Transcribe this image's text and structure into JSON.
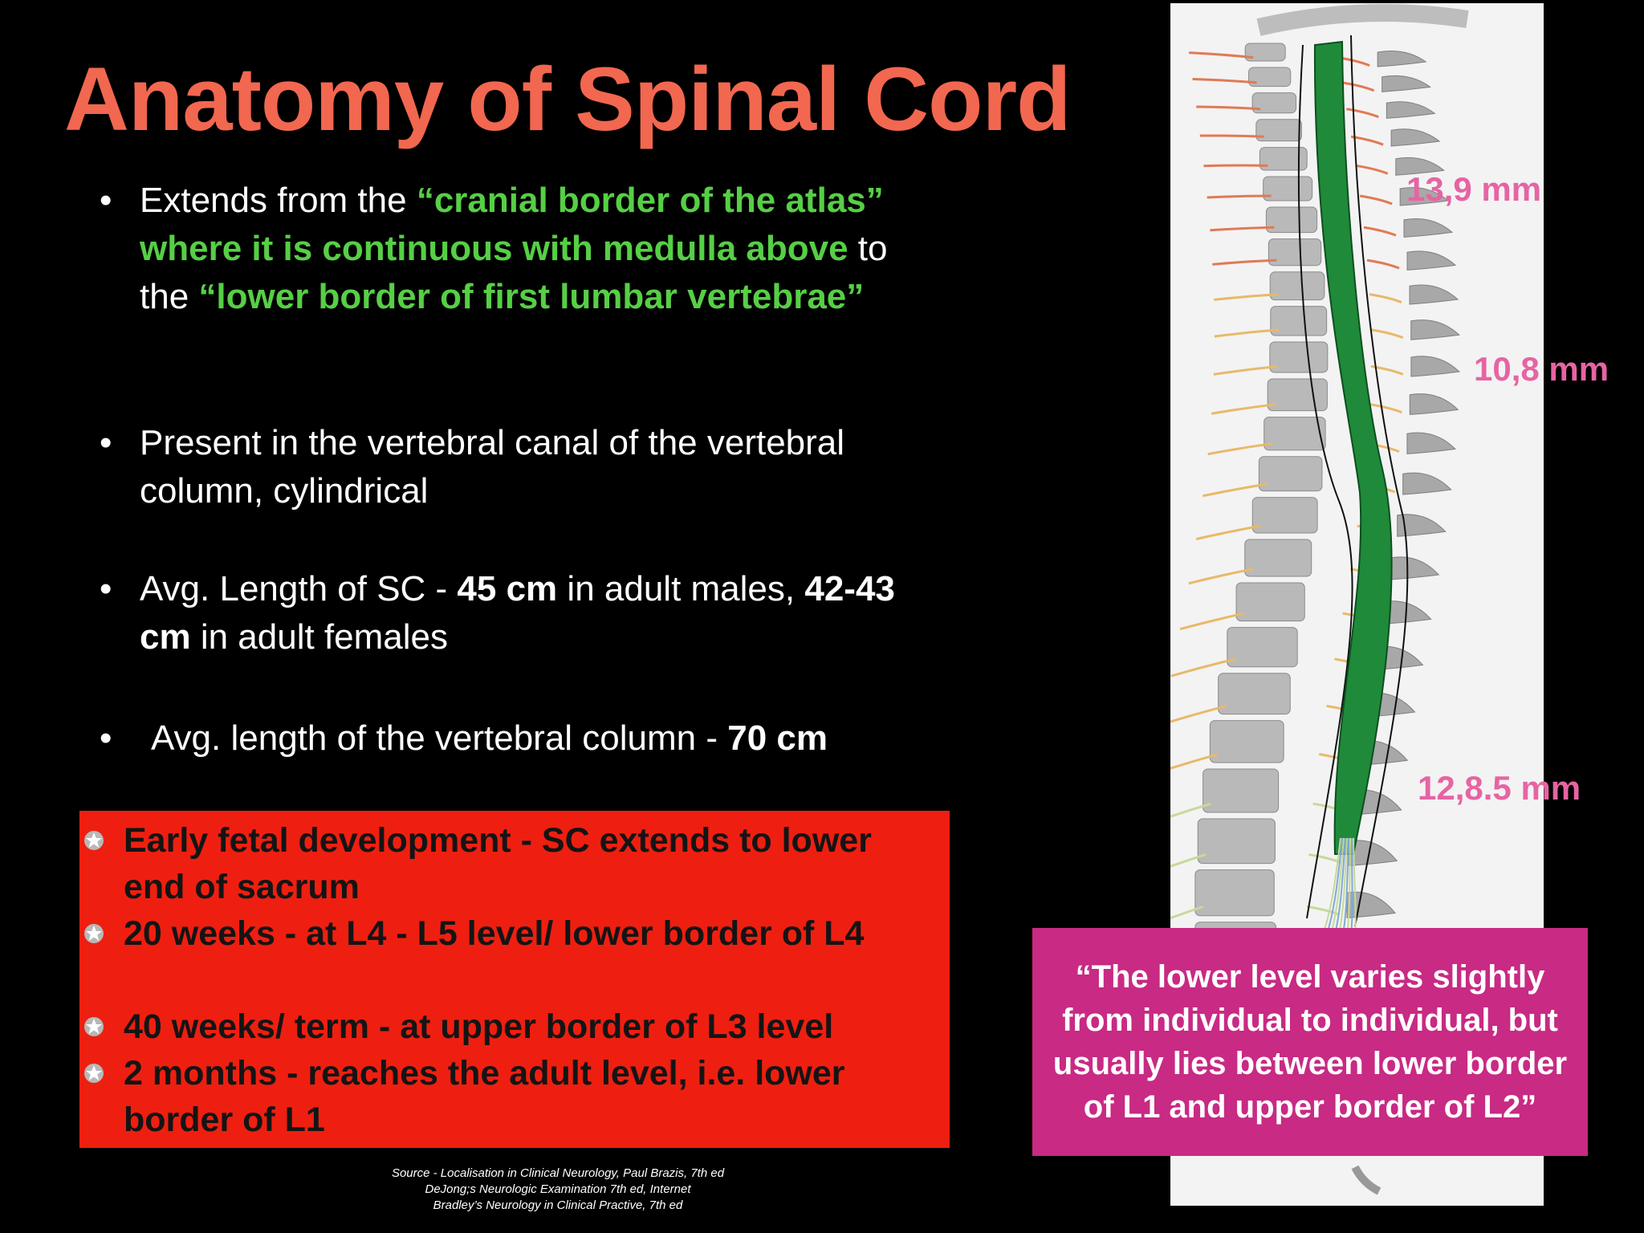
{
  "title": "Anatomy of Spinal Cord",
  "bullets": {
    "b1": {
      "t1": "Extends from the ",
      "g1": "“cranial border of the atlas” where it is continuous with medulla above",
      "t2": " to the ",
      "g2": "“lower border of first lumbar vertebrae”"
    },
    "b2": {
      "t1": "Present in the vertebral canal of the vertebral column, cylindrical"
    },
    "b3": {
      "t1": "Avg. Length of SC - ",
      "b1": "45 cm",
      "t2": " in adult males, ",
      "b2": "42-43 cm",
      "t3": " in adult females"
    },
    "b4": {
      "t1": "Avg. length of the vertebral column - ",
      "b1": "70 cm"
    }
  },
  "development": [
    "Early fetal development - SC extends to lower end of sacrum",
    "20 weeks - at L4 - L5 level/ lower border of L4",
    "40 weeks/ term - at upper border of L3 level",
    "2 months - reaches the adult level, i.e. lower border of L1"
  ],
  "source": {
    "line1": "Source - Localisation in Clinical Neurology, Paul Brazis, 7th ed",
    "line2": "DeJong;s Neurologic Examination 7th ed, Internet",
    "line3": "Bradley’s Neurology in Clinical Practive, 7th ed"
  },
  "measurements": {
    "m1": "13,9 mm",
    "m2": "10,8 mm",
    "m3": "12,8.5 mm"
  },
  "quote": "“The lower level varies slightly from individual to individual, but usually lies between lower border of L1 and upper border of L2”",
  "colors": {
    "title": "#f2674f",
    "highlight": "#56cf45",
    "red_box": "#ee1f10",
    "pink_box": "#c82a84",
    "measure": "#e664a3",
    "cord": "#1f8a3a"
  }
}
